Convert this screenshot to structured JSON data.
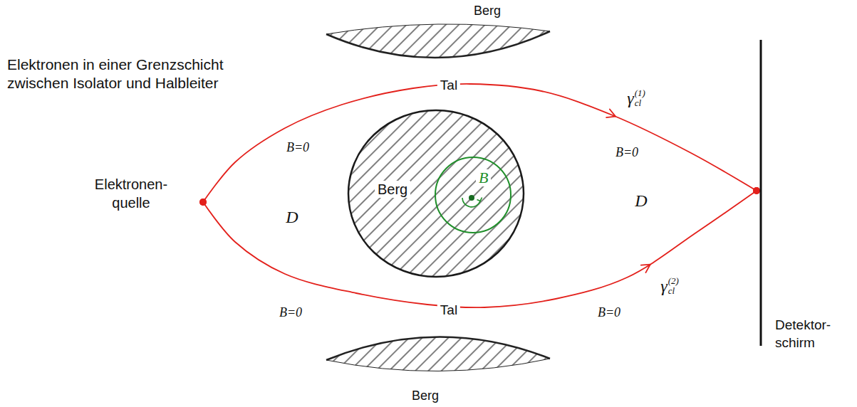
{
  "diagram": {
    "title": "Elektronen in einer Grenzschicht zwischen Isolator und Halbleiter",
    "nodes": [
      {
        "text": [
          "Berg"
        ]
      },
      {
        "text": [
          "Elektronen- quelle"
        ]
      },
      {
        "text": [
          "Berg"
        ]
      },
      {
        "text": [
          "B"
        ],
        "in": 2
      },
      {
        "text": [
          "Detektor- schirm"
        ]
      },
      {
        "text": [
          "Berg"
        ]
      }
    ],
    "edges": [
      {
        "from": 1,
        "to": 4,
        "arrow": "to",
        "label": "γcl(1)"
      },
      {
        "from": 1,
        "to": 4,
        "arrow": "to",
        "label": "γcl(2)"
      }
    ],
    "labels": [
      "Tal",
      "B=0",
      "D",
      "B=0",
      "D",
      "B=0",
      "Tal",
      "B=0"
    ]
  }
}
